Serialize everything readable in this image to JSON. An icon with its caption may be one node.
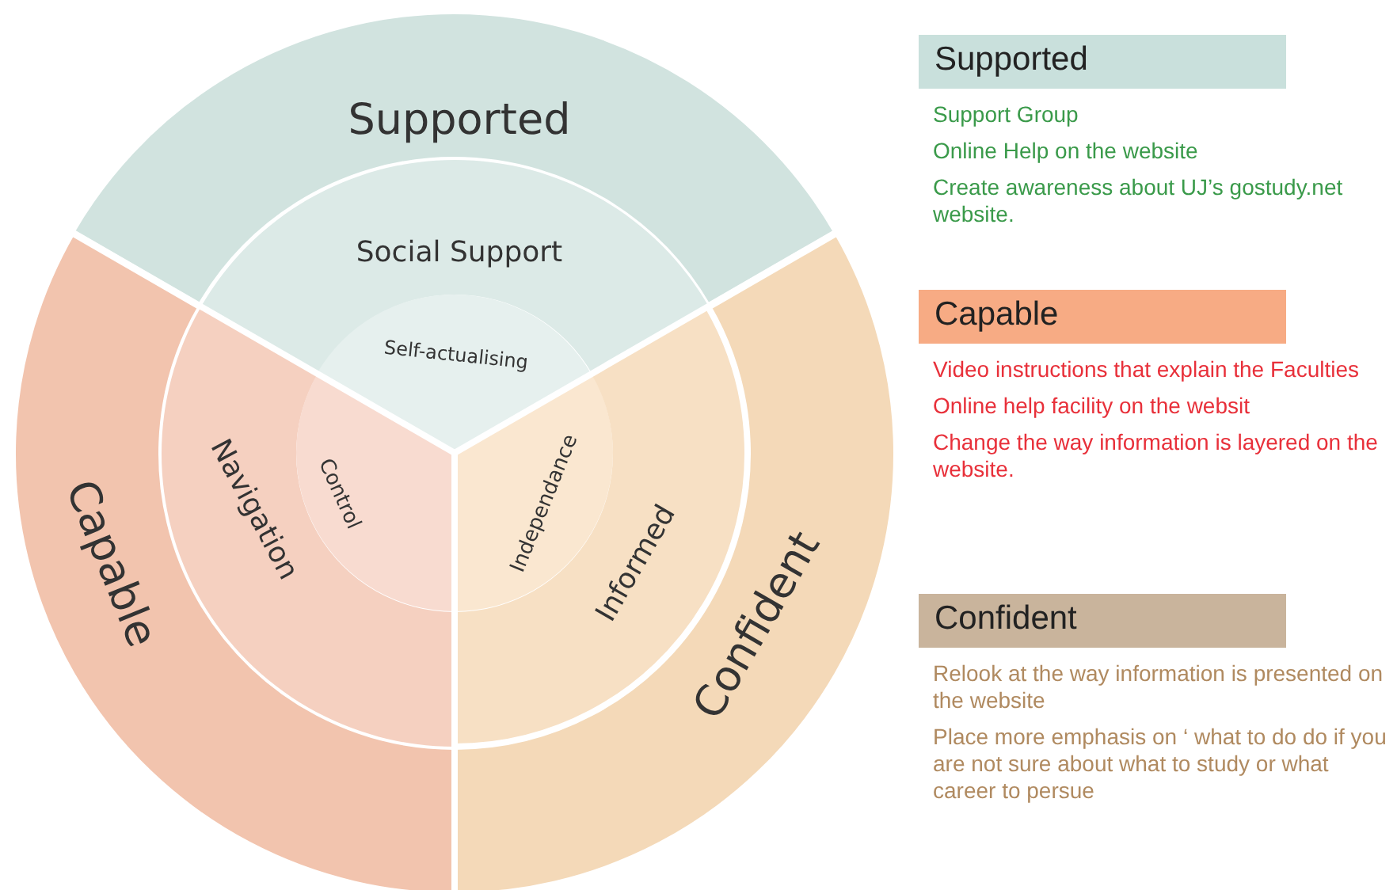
{
  "diagram": {
    "nodes": [
      {
        "text": [
          "Supported"
        ]
      },
      {
        "text": [
          "Social Support"
        ]
      },
      {
        "text": [
          "Self-actualising"
        ]
      },
      {
        "text": [
          "Capable"
        ]
      },
      {
        "text": [
          "Navigation"
        ]
      },
      {
        "text": [
          "Control"
        ]
      },
      {
        "text": [
          "Independance"
        ]
      },
      {
        "text": [
          "Informed"
        ]
      },
      {
        "text": [
          "Confident"
        ]
      },
      {
        "text": [
          "Supported"
        ],
        "beside": [
          "Support Group",
          "Online Help on the website",
          "Create awareness about UJ’s gostudy.net website."
        ]
      },
      {
        "text": [
          "Capable"
        ],
        "beside": [
          "Video instructions that explain the Faculties",
          "Online help facility on the websit",
          "Change the way information is layered on the website."
        ]
      },
      {
        "text": [
          "Confident"
        ],
        "beside": [
          "Relook at the way information is presented on the website",
          "Place more emphasis on ‘ what to do do if you are not sure about what to study or what career to persue"
        ]
      }
    ]
  }
}
